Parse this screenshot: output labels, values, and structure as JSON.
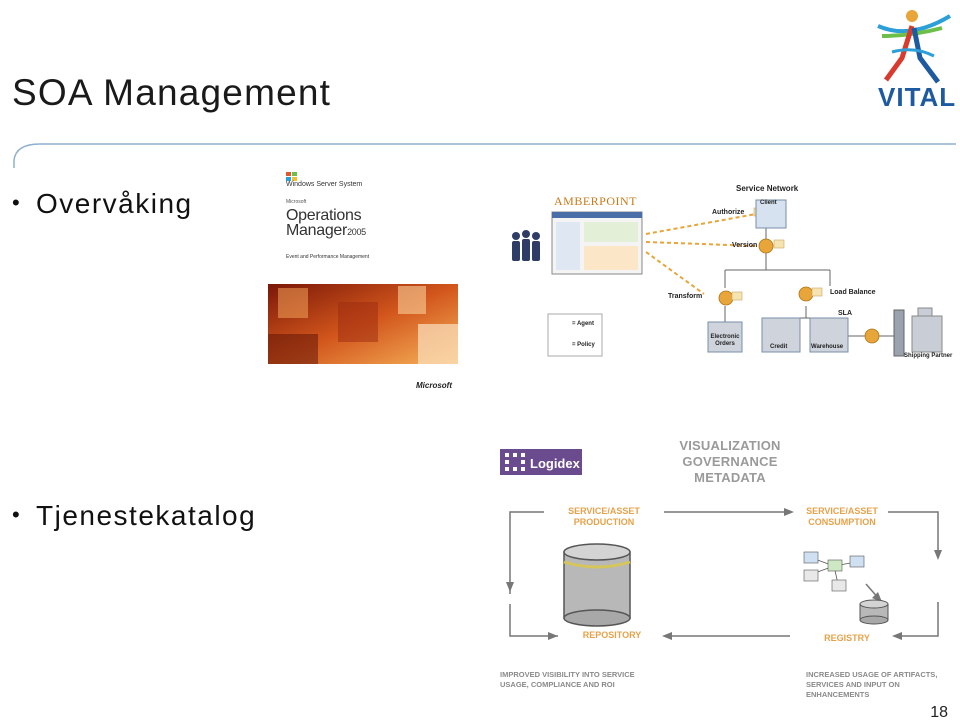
{
  "slide": {
    "title": "SOA Management",
    "page_number": "18",
    "logo": {
      "text": "VITAL",
      "icon": "vital-figure-logo"
    }
  },
  "bullets": [
    {
      "text": "Overvåking"
    },
    {
      "text": "Tjenestekatalog"
    }
  ],
  "ops_manager_box": {
    "system": "Windows Server System",
    "product_line": "Microsoft",
    "product": "Operations",
    "product_2": "Manager",
    "version": "2005",
    "tagline": "Event and Performance Management",
    "vendor": "Microsoft"
  },
  "amberpoint_diagram": {
    "logo": "AMBERPOINT",
    "service_network": "Service Network",
    "client": "Client",
    "authorize": "Authorize",
    "version": "Version",
    "transform": "Transform",
    "load_balance": "Load Balance",
    "sla": "SLA",
    "electronic_orders": "Electronic Orders",
    "credit": "Credit",
    "warehouse": "Warehouse",
    "shipping_partner": "Shipping Partner",
    "legend_agent": "= Agent",
    "legend_policy": "= Policy"
  },
  "logidex_diagram": {
    "logo": "Logidex",
    "heading": [
      "VISUALIZATION",
      "GOVERNANCE",
      "METADATA"
    ],
    "production": "SERVICE/ASSET PRODUCTION",
    "consumption": "SERVICE/ASSET CONSUMPTION",
    "repository": "REPOSITORY",
    "registry": "REGISTRY",
    "note_left": "IMPROVED VISIBILITY INTO SERVICE USAGE, COMPLIANCE AND ROI",
    "note_right": "INCREASED USAGE OF ARTIFACTS, SERVICES AND INPUT ON ENHANCEMENTS"
  },
  "colors": {
    "accent_line": "#8fb1cf",
    "logo_blue": "#1e5aa0",
    "amber": "#e8a53a",
    "logidex_purple": "#6a4c8e"
  }
}
